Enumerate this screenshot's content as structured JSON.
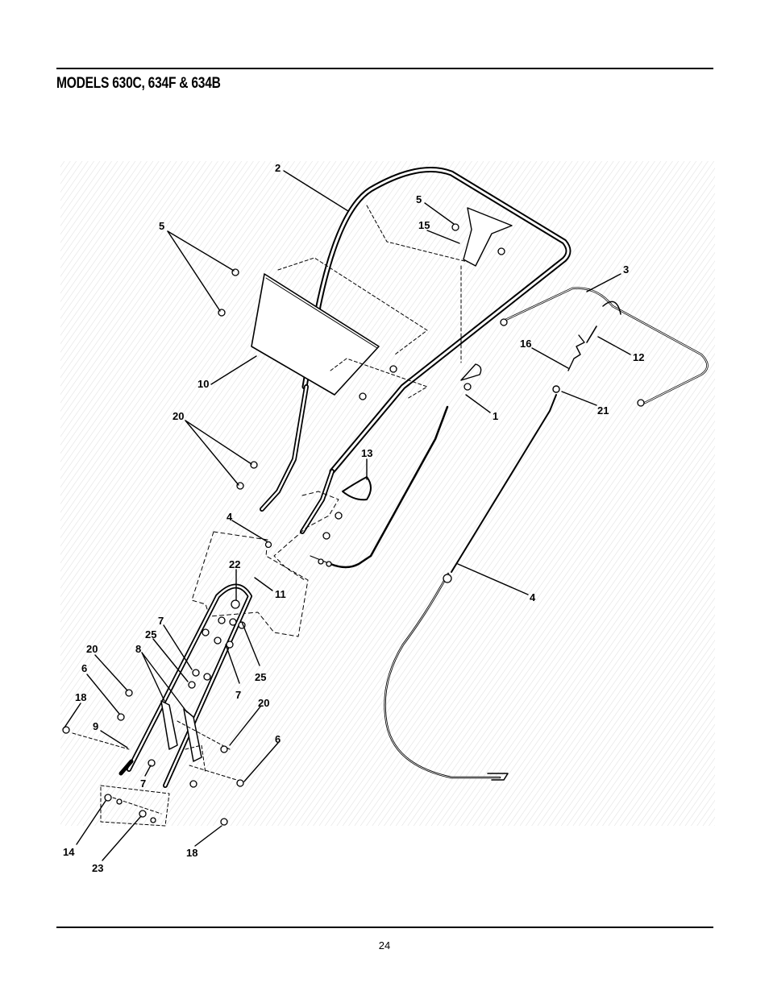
{
  "header": {
    "title": "MODELS 630C, 634F & 634B"
  },
  "footer": {
    "page_number": "24"
  },
  "diagram": {
    "callouts": [
      "2",
      "5",
      "15",
      "5",
      "3",
      "16",
      "12",
      "21",
      "10",
      "1",
      "20",
      "13",
      "4",
      "22",
      "11",
      "4",
      "7",
      "25",
      "8",
      "20",
      "6",
      "18",
      "9",
      "7",
      "25",
      "7",
      "20",
      "6",
      "14",
      "23",
      "18"
    ]
  }
}
